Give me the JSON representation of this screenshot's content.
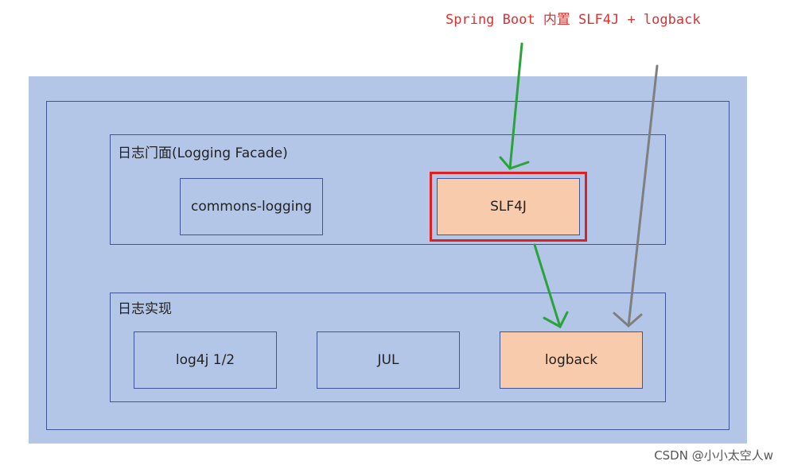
{
  "caption": "Spring Boot 内置 SLF4J + logback",
  "facade_group": {
    "title": "日志门面(Logging Facade)",
    "nodes": [
      "commons-logging",
      "SLF4J"
    ]
  },
  "impl_group": {
    "title": "日志实现",
    "nodes": [
      "log4j 1/2",
      "JUL",
      "logback"
    ]
  },
  "watermark": "CSDN @小小太空人w",
  "colors": {
    "panel": "#b4c6e7",
    "border": "#3f5597",
    "accent_fill": "#f8cbad",
    "highlight": "#e02020",
    "caption": "#e03030",
    "arrow_green": "#2aa33a",
    "arrow_gray": "#7f7f7f"
  }
}
